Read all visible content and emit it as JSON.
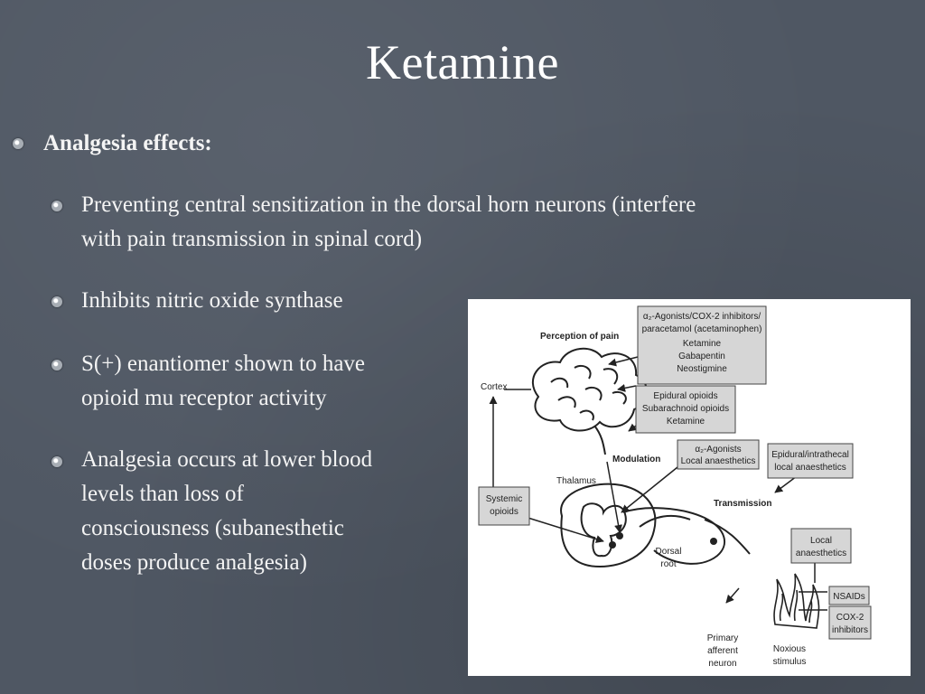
{
  "slide": {
    "title": "Ketamine",
    "heading": "Analgesia effects:",
    "bullets": [
      {
        "lines": [
          "Preventing central sensitization in the dorsal horn neurons (interfere",
          "with pain transmission in spinal cord)"
        ]
      },
      {
        "lines": [
          "Inhibits nitric oxide synthase"
        ]
      },
      {
        "lines": [
          "S(+) enantiomer shown to have",
          "opioid mu receptor activity"
        ]
      },
      {
        "lines": [
          "Analgesia occurs at lower blood",
          "levels than loss of",
          "consciousness (subanesthetic",
          "doses produce analgesia)"
        ]
      }
    ]
  },
  "figure": {
    "labels": {
      "perception": "Perception of pain",
      "cortex": "Cortex",
      "thalamus": "Thalamus",
      "modulation": "Modulation",
      "transmission": "Transmission",
      "dorsal_root": [
        "Dorsal",
        "root"
      ],
      "primary_afferent": [
        "Primary",
        "afferent",
        "neuron"
      ],
      "noxious": [
        "Noxious",
        "stimulus"
      ]
    },
    "boxes": {
      "box1": [
        "α₂-Agonists/COX-2 inhibitors/",
        "paracetamol (acetaminophen)",
        "Ketamine",
        "Gabapentin",
        "Neostigmine"
      ],
      "box2": [
        "Epidural opioids",
        "Subarachnoid opioids",
        "Ketamine"
      ],
      "box3": [
        "α₂-Agonists",
        "Local anaesthetics"
      ],
      "box4": [
        "Epidural/intrathecal",
        "local anaesthetics"
      ],
      "box5": [
        "Systemic",
        "opioids"
      ],
      "box6": [
        "Local",
        "anaesthetics"
      ],
      "box7": [
        "NSAIDs"
      ],
      "box8": [
        "COX-2",
        "inhibitors"
      ]
    }
  }
}
